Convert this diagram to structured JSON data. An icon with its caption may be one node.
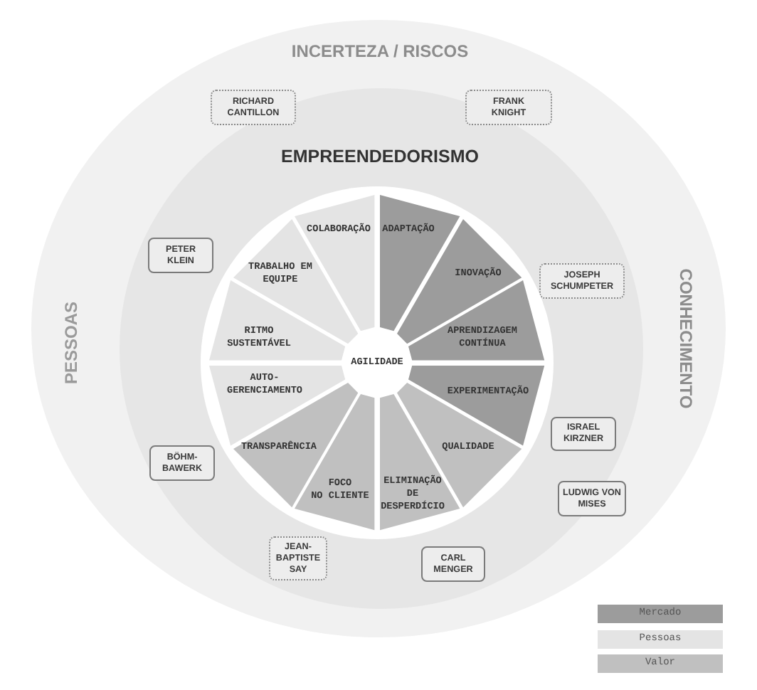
{
  "diagram": {
    "nodes": [
      {
        "text": [
          "INCERTEZA / RISCOS",
          "PESSOAS",
          "CONHECIMENTO"
        ]
      },
      {
        "text": [
          "EMPREENDEDORISMO"
        ],
        "in": 0
      },
      {
        "text": [
          "RICHARD CANTILLON"
        ],
        "in": 1
      },
      {
        "text": [
          "FRANK KNIGHT"
        ],
        "in": 1
      },
      {
        "text": [
          "PETER KLEIN"
        ],
        "in": 1
      },
      {
        "text": [
          "JOSEPH SCHUMPETER"
        ],
        "in": 1
      },
      {
        "text": [
          "ISRAEL KIRZNER"
        ],
        "in": 1
      },
      {
        "text": [
          "BÖHM-BAWERK"
        ],
        "in": 1
      },
      {
        "text": [
          "LUDWIG VON MISES"
        ],
        "in": 1
      },
      {
        "text": [
          "JEAN-BAPTISTE SAY"
        ],
        "in": 1
      },
      {
        "text": [
          "CARL MENGER"
        ],
        "in": 1
      },
      {
        "text": [
          "ADAPTAÇÃO"
        ],
        "in": 1
      },
      {
        "text": [
          "INOVAÇÃO"
        ],
        "in": 1
      },
      {
        "text": [
          "APRENDIZAGEM CONTÍNUA"
        ],
        "in": 1
      },
      {
        "text": [
          "EXPERIMENTAÇÃO"
        ],
        "in": 1
      },
      {
        "text": [
          "QUALIDADE"
        ],
        "in": 1
      },
      {
        "text": [
          "ELIMINAÇÃO DE DESPERDÍCIO"
        ],
        "in": 1
      },
      {
        "text": [
          "FOCO NO CLIENTE"
        ],
        "in": 1
      },
      {
        "text": [
          "TRANSPARÊNCIA"
        ],
        "in": 1
      },
      {
        "text": [
          "AUTO-GERENCIAMENTO"
        ],
        "in": 1
      },
      {
        "text": [
          "RITMO SUSTENTÁVEL"
        ],
        "in": 1
      },
      {
        "text": [
          "TRABALHO EM EQUIPE"
        ],
        "in": 1
      },
      {
        "text": [
          "COLABORAÇÃO"
        ],
        "in": 1
      },
      {
        "text": [
          "AGILIDADE"
        ],
        "in": 1
      }
    ],
    "legend": [
      {
        "text": "Mercado",
        "color": "#9c9c9c"
      },
      {
        "text": "Pessoas",
        "color": "#e4e4e4"
      },
      {
        "text": "Valor",
        "color": "#c0c0c0"
      }
    ]
  }
}
